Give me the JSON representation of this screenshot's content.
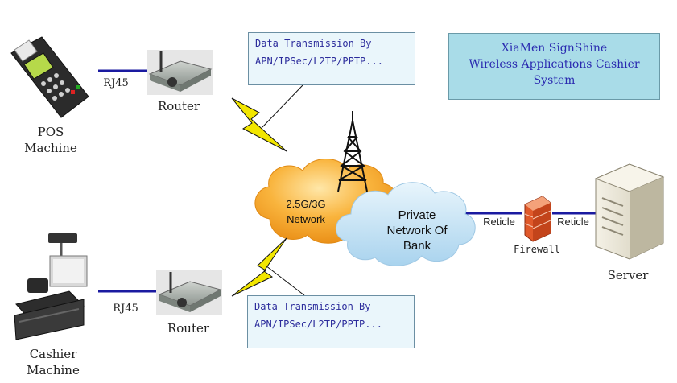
{
  "title": {
    "line1": "XiaMen SignShine",
    "line2": "Wireless Applications Cashier",
    "line3": "System"
  },
  "pos": {
    "label_line1": "POS",
    "label_line2": "Machine"
  },
  "cashier": {
    "label_line1": "Cashier",
    "label_line2": "Machine"
  },
  "router_top": {
    "label": "Router",
    "link_label": "RJ45"
  },
  "router_bottom": {
    "label": "Router",
    "link_label": "RJ45"
  },
  "note_top": {
    "line1": "Data Transmission By",
    "line2": "APN/IPSec/L2TP/PPTP..."
  },
  "note_bottom": {
    "line1": "Data Transmission By",
    "line2": "APN/IPSec/L2TP/PPTP..."
  },
  "cloud_cellular": {
    "line1": "2.5G/3G",
    "line2": "Network"
  },
  "cloud_bank": {
    "line1": "Private",
    "line2": "Network Of",
    "line3": "Bank"
  },
  "firewall": {
    "label": "Firewall",
    "left_link": "Reticle",
    "right_link": "Reticle"
  },
  "server": {
    "label": "Server"
  },
  "colors": {
    "link": "#1a1aa0",
    "cloud_orange": "#f7a531",
    "cloud_blue": "#bfe0f3",
    "title_bg": "#a9dce8",
    "bolt": "#f2e600"
  },
  "icons": [
    "pos-terminal-icon",
    "router-icon",
    "cash-register-icon",
    "cell-tower-icon",
    "lightning-icon",
    "firewall-icon",
    "server-icon"
  ]
}
